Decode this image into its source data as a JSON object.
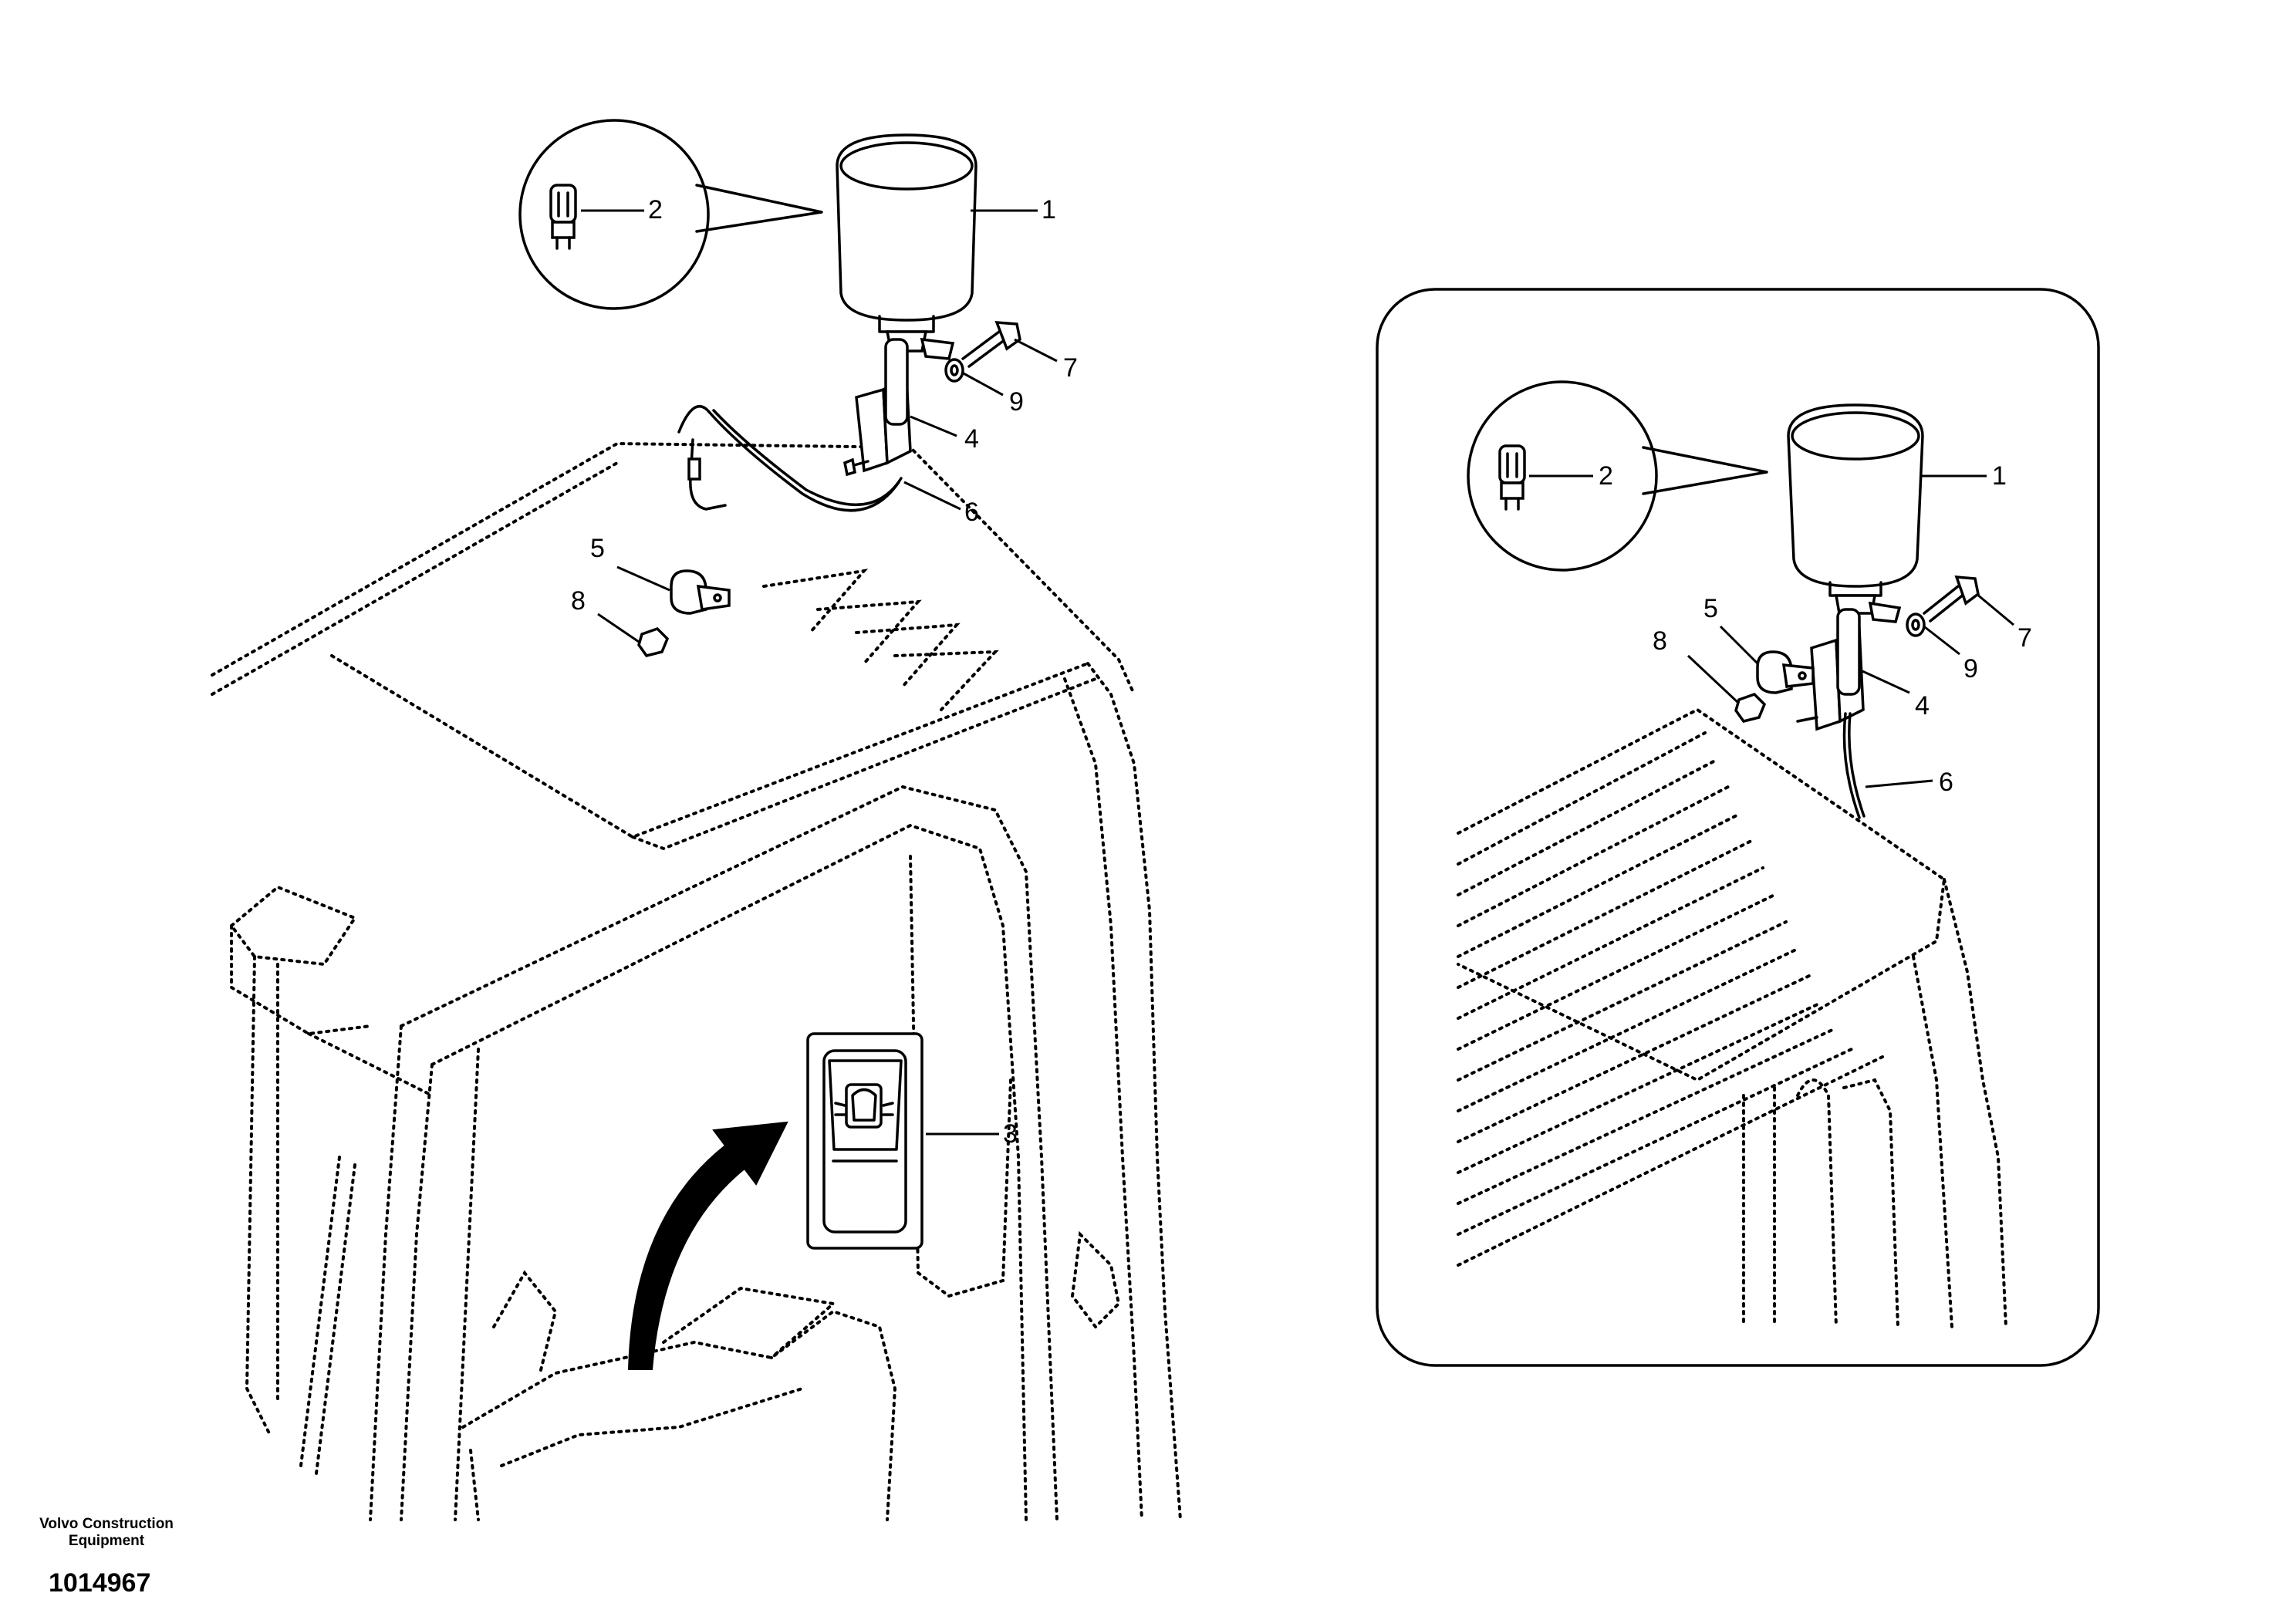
{
  "company": {
    "line1": "Volvo Construction",
    "line2": "Equipment"
  },
  "document_number": "1014967",
  "callouts": {
    "main": {
      "c1": "1",
      "c2": "2",
      "c3": "3",
      "c4": "4",
      "c5": "5",
      "c6": "6",
      "c7": "7",
      "c8": "8",
      "c9": "9"
    },
    "inset": {
      "c1": "1",
      "c2": "2",
      "c4": "4",
      "c5": "5",
      "c6": "6",
      "c7": "7",
      "c8": "8",
      "c9": "9"
    }
  }
}
